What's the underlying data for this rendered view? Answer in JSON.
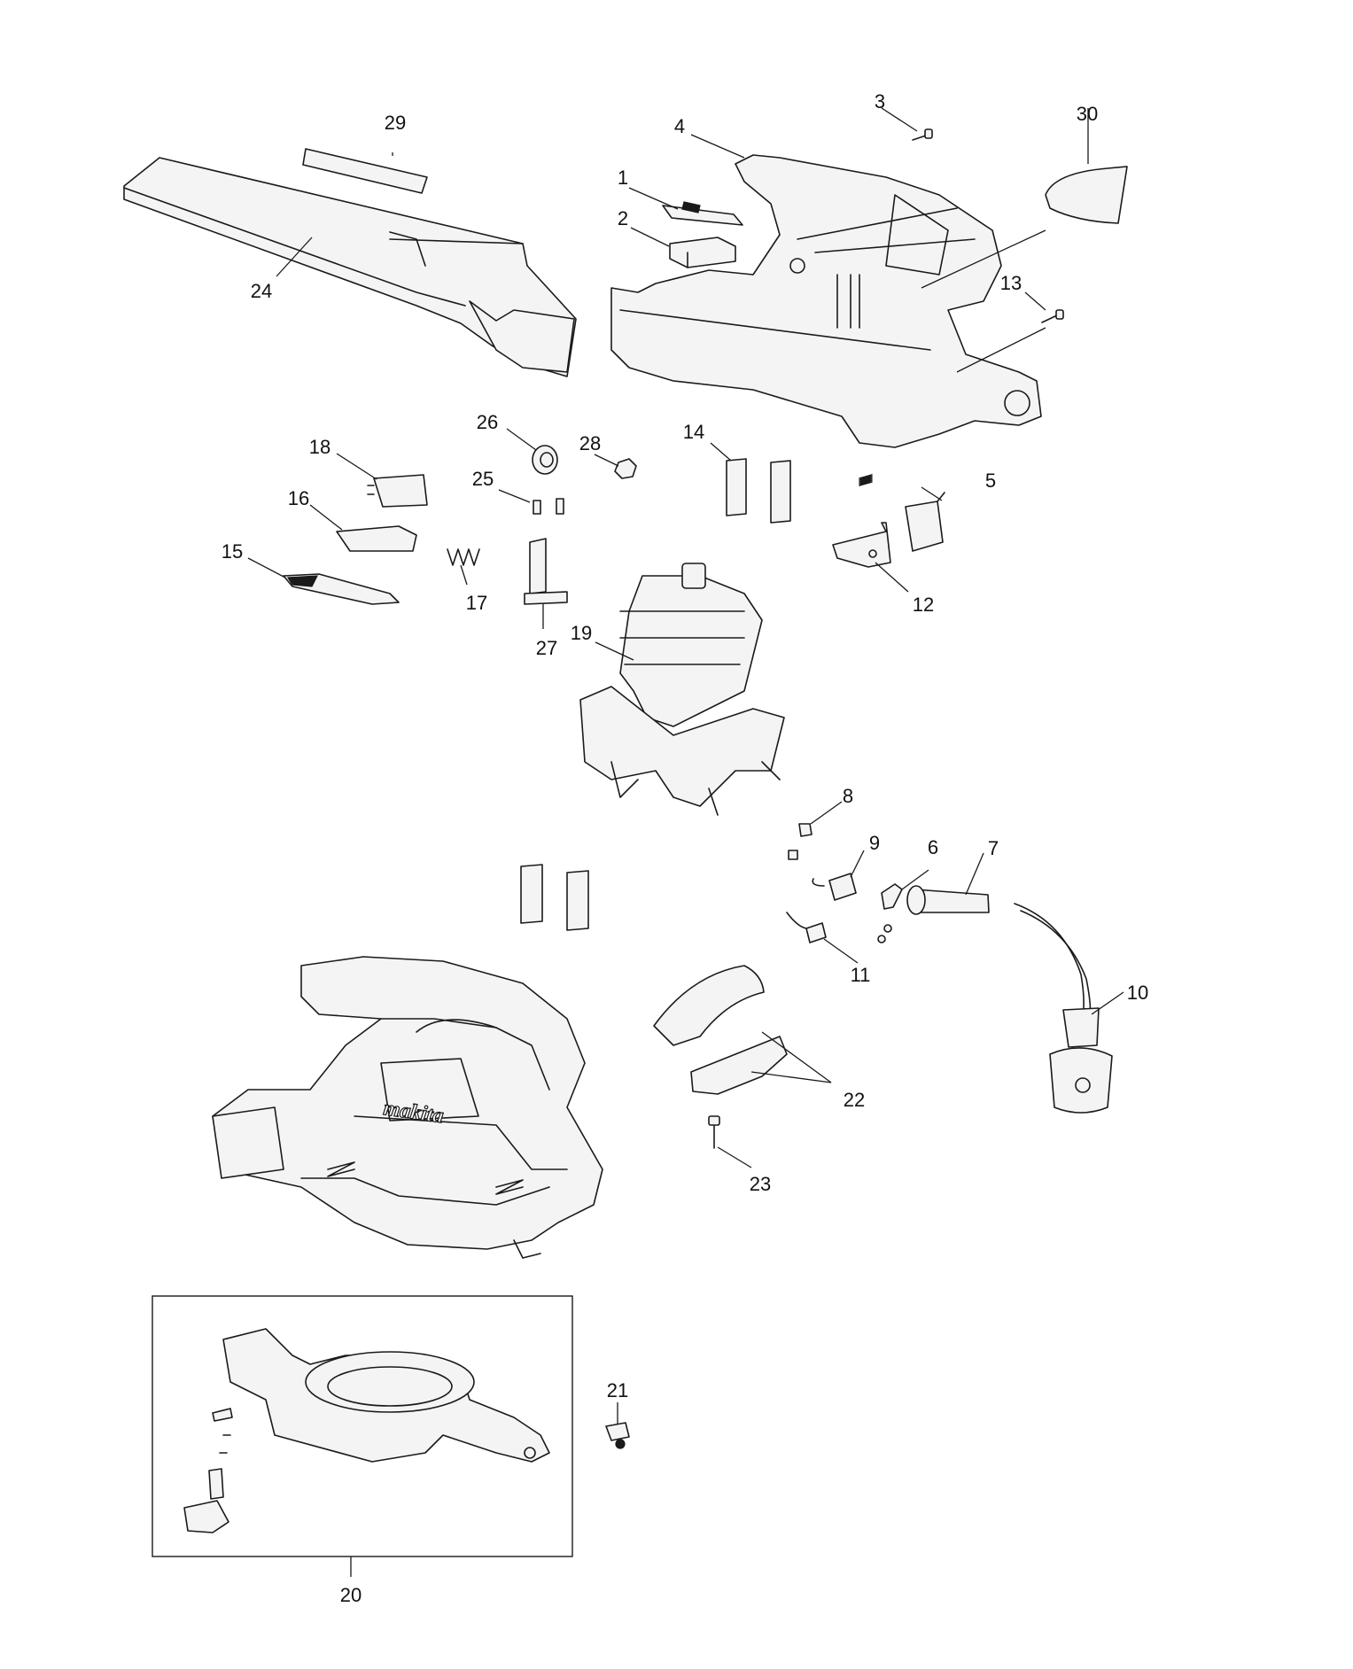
{
  "diagram": {
    "brand_text": "makita",
    "callouts": [
      {
        "id": "1",
        "label": "1"
      },
      {
        "id": "2",
        "label": "2"
      },
      {
        "id": "3",
        "label": "3"
      },
      {
        "id": "4",
        "label": "4"
      },
      {
        "id": "5",
        "label": "5"
      },
      {
        "id": "6",
        "label": "6"
      },
      {
        "id": "7",
        "label": "7"
      },
      {
        "id": "8",
        "label": "8"
      },
      {
        "id": "9",
        "label": "9"
      },
      {
        "id": "10",
        "label": "10"
      },
      {
        "id": "11",
        "label": "11"
      },
      {
        "id": "12",
        "label": "12"
      },
      {
        "id": "13",
        "label": "13"
      },
      {
        "id": "14",
        "label": "14"
      },
      {
        "id": "15",
        "label": "15"
      },
      {
        "id": "16",
        "label": "16"
      },
      {
        "id": "17",
        "label": "17"
      },
      {
        "id": "18",
        "label": "18"
      },
      {
        "id": "19",
        "label": "19"
      },
      {
        "id": "20",
        "label": "20"
      },
      {
        "id": "21",
        "label": "21"
      },
      {
        "id": "22",
        "label": "22"
      },
      {
        "id": "23",
        "label": "23"
      },
      {
        "id": "24",
        "label": "24"
      },
      {
        "id": "25",
        "label": "25"
      },
      {
        "id": "26",
        "label": "26"
      },
      {
        "id": "27",
        "label": "27"
      },
      {
        "id": "28",
        "label": "28"
      },
      {
        "id": "29",
        "label": "29"
      },
      {
        "id": "30",
        "label": "30"
      }
    ]
  }
}
